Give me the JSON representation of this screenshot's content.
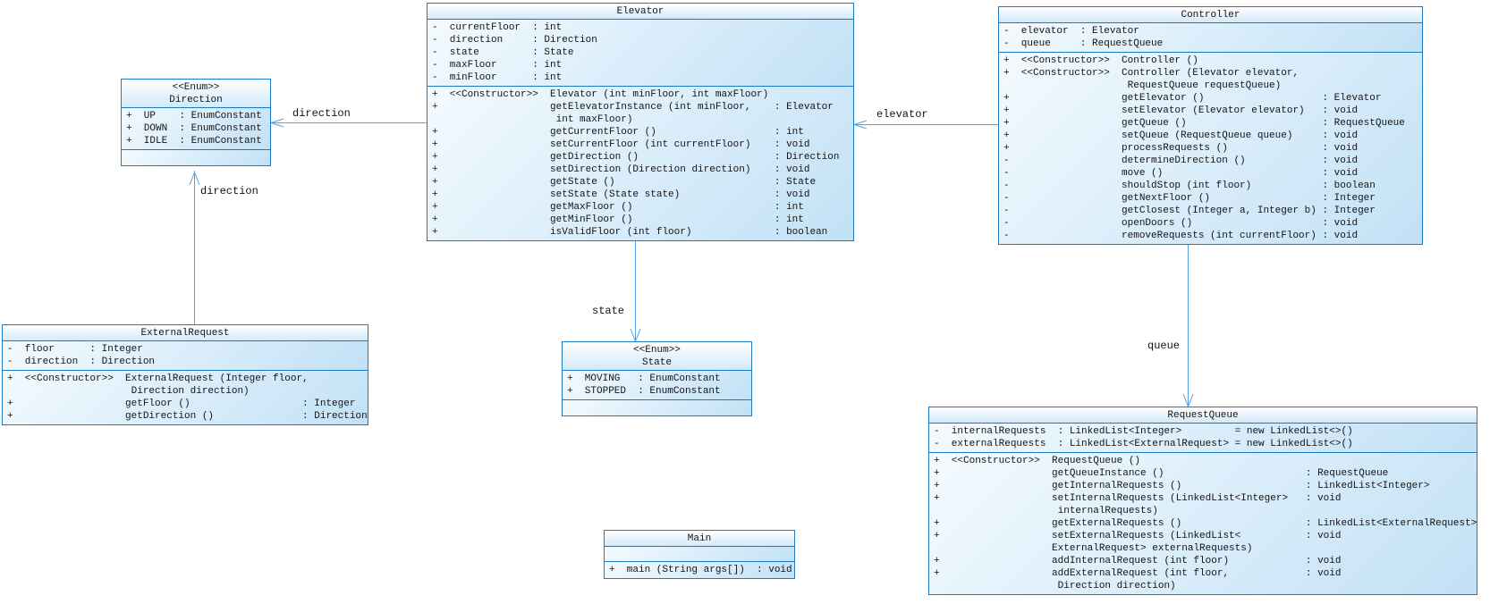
{
  "diagram": {
    "colors": {
      "box_border": "#1b7ac2",
      "connector": "#55a3e3",
      "compartment_fill_light": "#f4fafe",
      "compartment_fill_dark": "#c2e1f6",
      "text": "#141414"
    },
    "classes": [
      {
        "name": "Direction",
        "stereotype": "<<Enum>>",
        "title_lines": [
          "<<Enum>>",
          "Direction"
        ],
        "attributes": [
          "+  UP    : EnumConstant",
          "+  DOWN  : EnumConstant",
          "+  IDLE  : EnumConstant"
        ],
        "methods": []
      },
      {
        "name": "Elevator",
        "title_lines": [
          "Elevator"
        ],
        "attributes": [
          "-  currentFloor  : int",
          "-  direction     : Direction",
          "-  state         : State",
          "-  maxFloor      : int",
          "-  minFloor      : int"
        ],
        "methods": [
          "+  <<Constructor>>  Elevator (int minFloor, int maxFloor)",
          "+                   getElevatorInstance (int minFloor,    : Elevator",
          "                     int maxFloor)",
          "+                   getCurrentFloor ()                    : int",
          "+                   setCurrentFloor (int currentFloor)    : void",
          "+                   getDirection ()                       : Direction",
          "+                   setDirection (Direction direction)    : void",
          "+                   getState ()                           : State",
          "+                   setState (State state)                : void",
          "+                   getMaxFloor ()                        : int",
          "+                   getMinFloor ()                        : int",
          "+                   isValidFloor (int floor)              : boolean"
        ]
      },
      {
        "name": "Controller",
        "title_lines": [
          "Controller"
        ],
        "attributes": [
          "-  elevator  : Elevator",
          "-  queue     : RequestQueue"
        ],
        "methods": [
          "+  <<Constructor>>  Controller ()",
          "+  <<Constructor>>  Controller (Elevator elevator,",
          "                     RequestQueue requestQueue)",
          "+                   getElevator ()                    : Elevator",
          "+                   setElevator (Elevator elevator)   : void",
          "+                   getQueue ()                       : RequestQueue",
          "+                   setQueue (RequestQueue queue)     : void",
          "+                   processRequests ()                : void",
          "-                   determineDirection ()             : void",
          "-                   move ()                           : void",
          "-                   shouldStop (int floor)            : boolean",
          "-                   getNextFloor ()                   : Integer",
          "-                   getClosest (Integer a, Integer b) : Integer",
          "-                   openDoors ()                      : void",
          "-                   removeRequests (int currentFloor) : void"
        ]
      },
      {
        "name": "ExternalRequest",
        "title_lines": [
          "ExternalRequest"
        ],
        "attributes": [
          "-  floor      : Integer",
          "-  direction  : Direction"
        ],
        "methods": [
          "+  <<Constructor>>  ExternalRequest (Integer floor,",
          "                     Direction direction)",
          "+                   getFloor ()                   : Integer",
          "+                   getDirection ()               : Direction"
        ]
      },
      {
        "name": "State",
        "stereotype": "<<Enum>>",
        "title_lines": [
          "<<Enum>>",
          "State"
        ],
        "attributes": [
          "+  MOVING   : EnumConstant",
          "+  STOPPED  : EnumConstant"
        ],
        "methods": []
      },
      {
        "name": "Main",
        "title_lines": [
          "Main"
        ],
        "attributes": [],
        "methods": [
          "+  main (String args[])  : void"
        ]
      },
      {
        "name": "RequestQueue",
        "title_lines": [
          "RequestQueue"
        ],
        "attributes": [
          "-  internalRequests  : LinkedList<Integer>         = new LinkedList<>()",
          "-  externalRequests  : LinkedList<ExternalRequest> = new LinkedList<>()"
        ],
        "methods": [
          "+  <<Constructor>>  RequestQueue ()",
          "+                   getQueueInstance ()                        : RequestQueue",
          "+                   getInternalRequests ()                     : LinkedList<Integer>",
          "+                   setInternalRequests (LinkedList<Integer>   : void",
          "                     internalRequests)",
          "+                   getExternalRequests ()                     : LinkedList<ExternalRequest>",
          "+                   setExternalRequests (LinkedList<           : void",
          "                    ExternalRequest> externalRequests)",
          "+                   addInternalRequest (int floor)             : void",
          "+                   addExternalRequest (int floor,             : void",
          "                     Direction direction)"
        ]
      }
    ],
    "edges": [
      {
        "label": "direction",
        "from": "Elevator",
        "to": "Direction"
      },
      {
        "label": "direction",
        "from": "ExternalRequest",
        "to": "Direction"
      },
      {
        "label": "state",
        "from": "Elevator",
        "to": "State"
      },
      {
        "label": "elevator",
        "from": "Controller",
        "to": "Elevator"
      },
      {
        "label": "queue",
        "from": "Controller",
        "to": "RequestQueue"
      }
    ]
  }
}
